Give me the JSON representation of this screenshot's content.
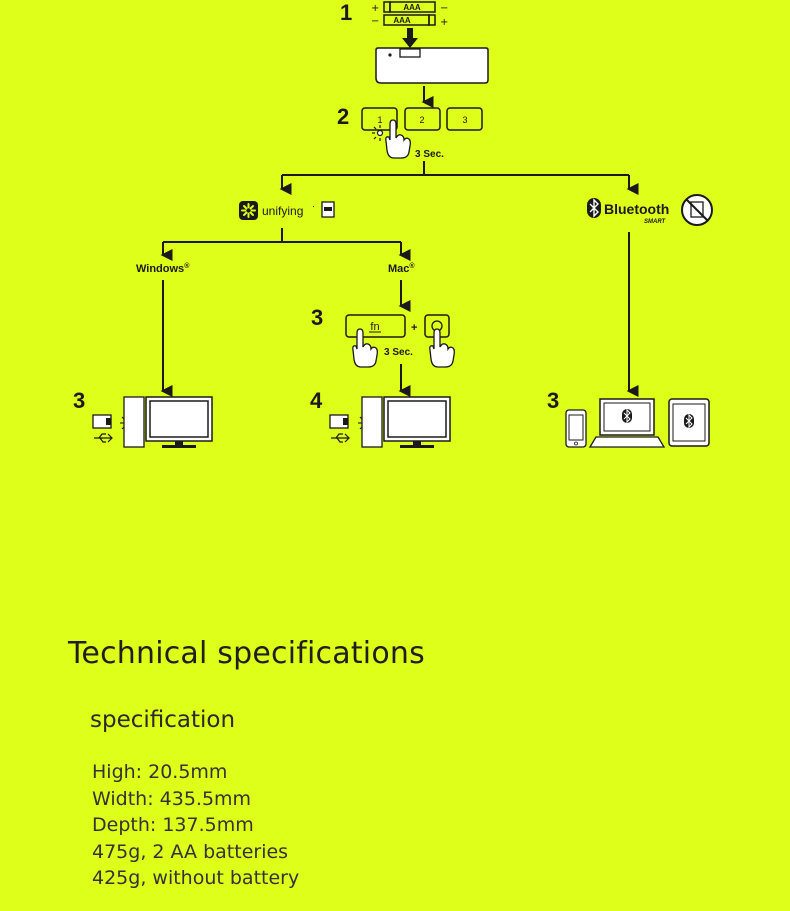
{
  "diagram": {
    "steps": {
      "battery": "1",
      "channel": "2",
      "windows_connect": "3",
      "mac_keys": "3",
      "mac_connect": "4",
      "bluetooth_connect": "3"
    },
    "battery_label": "AAA",
    "channel_keys": [
      "1",
      "2",
      "3"
    ],
    "hold_time": "3 Sec.",
    "unifying_label": "unifying",
    "bluetooth_label": "Bluetooth",
    "bluetooth_sub": "SMART",
    "windows_label": "Windows",
    "mac_label": "Mac",
    "fn_key": "fn",
    "plus": "+",
    "registered": "®",
    "trademark": "·"
  },
  "specs": {
    "title": "Technical specifications",
    "subtitle": "specification",
    "items": [
      "High: 20.5mm",
      "Width: 435.5mm",
      "Depth: 137.5mm",
      "475g, 2 AA batteries",
      "425g, without battery"
    ]
  }
}
